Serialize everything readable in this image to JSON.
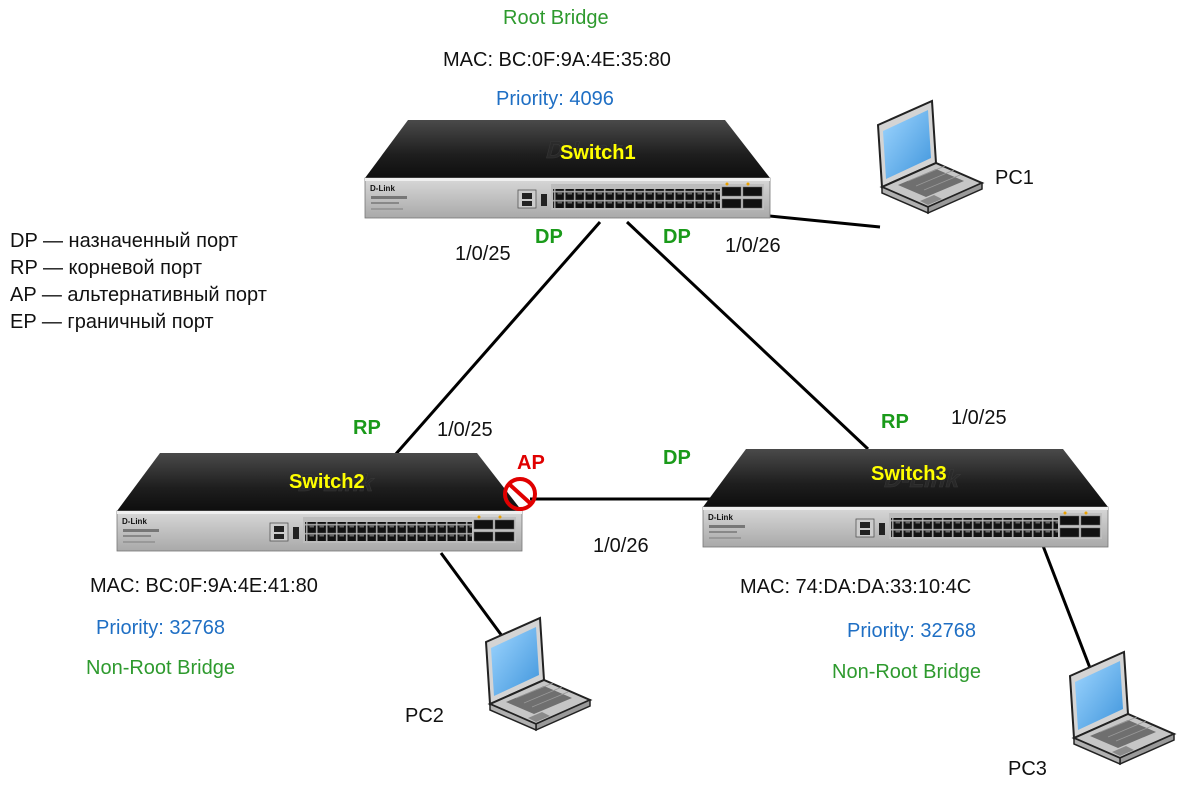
{
  "legend": [
    "DP — назначенный порт",
    "RP — корневой порт",
    "AP — альтернативный порт",
    "EP — граничный порт"
  ],
  "switch1": {
    "name": "Switch1",
    "role": "Root Bridge",
    "mac": "MAC: BC:0F:9A:4E:35:80",
    "priority": "Priority: 4096",
    "port_left": "1/0/25",
    "port_left_role": "DP",
    "port_right": "1/0/26",
    "port_right_role": "DP"
  },
  "switch2": {
    "name": "Switch2",
    "role": "Non-Root Bridge",
    "mac": "MAC: BC:0F:9A:4E:41:80",
    "priority": "Priority: 32768",
    "port_up": "1/0/25",
    "port_up_role": "RP",
    "port_right_role": "AP"
  },
  "switch3": {
    "name": "Switch3",
    "role": "Non-Root Bridge",
    "mac": "MAC: 74:DA:DA:33:10:4C",
    "priority": "Priority: 32768",
    "port_up": "1/0/25",
    "port_up_role": "RP",
    "port_left": "1/0/26",
    "port_left_role": "DP"
  },
  "pcs": [
    "PC1",
    "PC2",
    "PC3"
  ],
  "brand": "D-Link",
  "colors": {
    "root_green": "#2e9a2e",
    "priority_blue": "#1f6fc4",
    "role_green": "#1a9a1a",
    "blocked_red": "#e00000",
    "switch_name_yellow": "#ffff00"
  }
}
